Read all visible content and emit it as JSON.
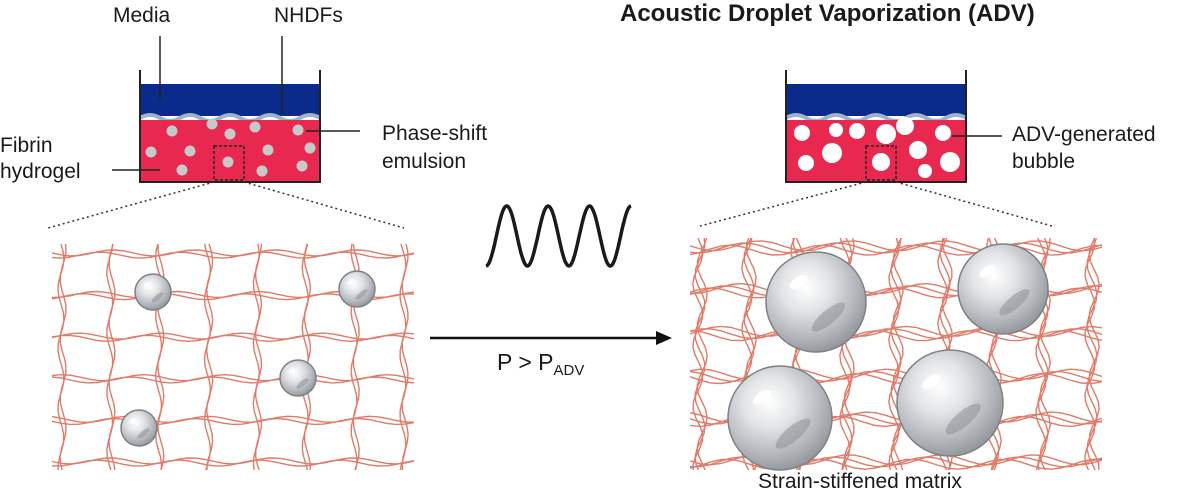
{
  "title": "Acoustic Droplet Vaporization (ADV)",
  "labels": {
    "media": "Media",
    "nhdfs": "NHDFs",
    "fibrin_line1": "Fibrin",
    "fibrin_line2": "hydrogel",
    "emulsion_line1": "Phase-shift",
    "emulsion_line2": "emulsion",
    "bubble_line1": "ADV-generated",
    "bubble_line2": "bubble",
    "pressure_main": "P > P",
    "pressure_sub": "ADV",
    "result": "Strain-stiffened matrix"
  },
  "colors": {
    "media": "#0a2a8c",
    "hydrogel": "#e8284f",
    "fiber": "#e07b6a",
    "droplet": "#c8c8c8",
    "bubble": "#ffffff",
    "sphere": "#b9bcc0",
    "wave": "#1a1a1a"
  },
  "icons": {
    "wave": "ultrasound-wave-icon",
    "arrow": "arrow-right-icon"
  }
}
